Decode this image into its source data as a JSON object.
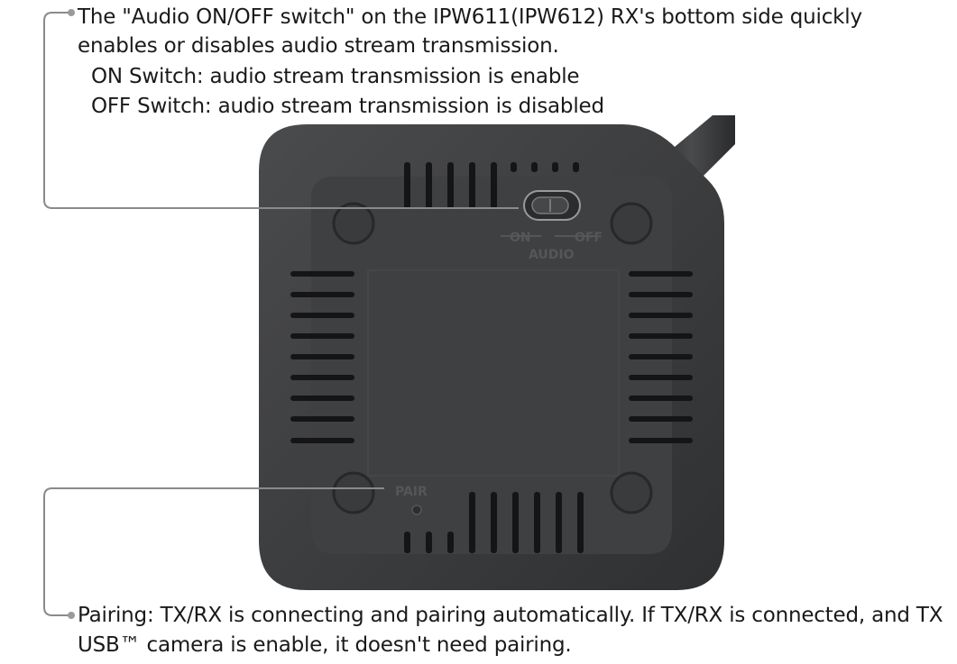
{
  "audio_callout": {
    "line1": "The \"Audio ON/OFF switch\" on the IPW611(IPW612) RX's bottom side quickly",
    "line2": "enables or disables audio stream transmission.",
    "line3": "ON Switch: audio stream transmission is enable",
    "line4": "OFF Switch: audio stream transmission is disabled"
  },
  "pairing_callout": {
    "line1": "Pairing: TX/RX is connecting and pairing automatically. If TX/RX is connected, and TX",
    "line2": "USB™ camera is enable, it doesn't need pairing."
  },
  "device": {
    "switch_on_label": "ON",
    "switch_off_label": "OFF",
    "switch_name_label": "AUDIO",
    "pair_label": "PAIR"
  },
  "colors": {
    "housing": "#3a3b3d",
    "bottom_plate": "#3f4042",
    "vents": "#151516",
    "leader_line": "#8a8a8a"
  }
}
